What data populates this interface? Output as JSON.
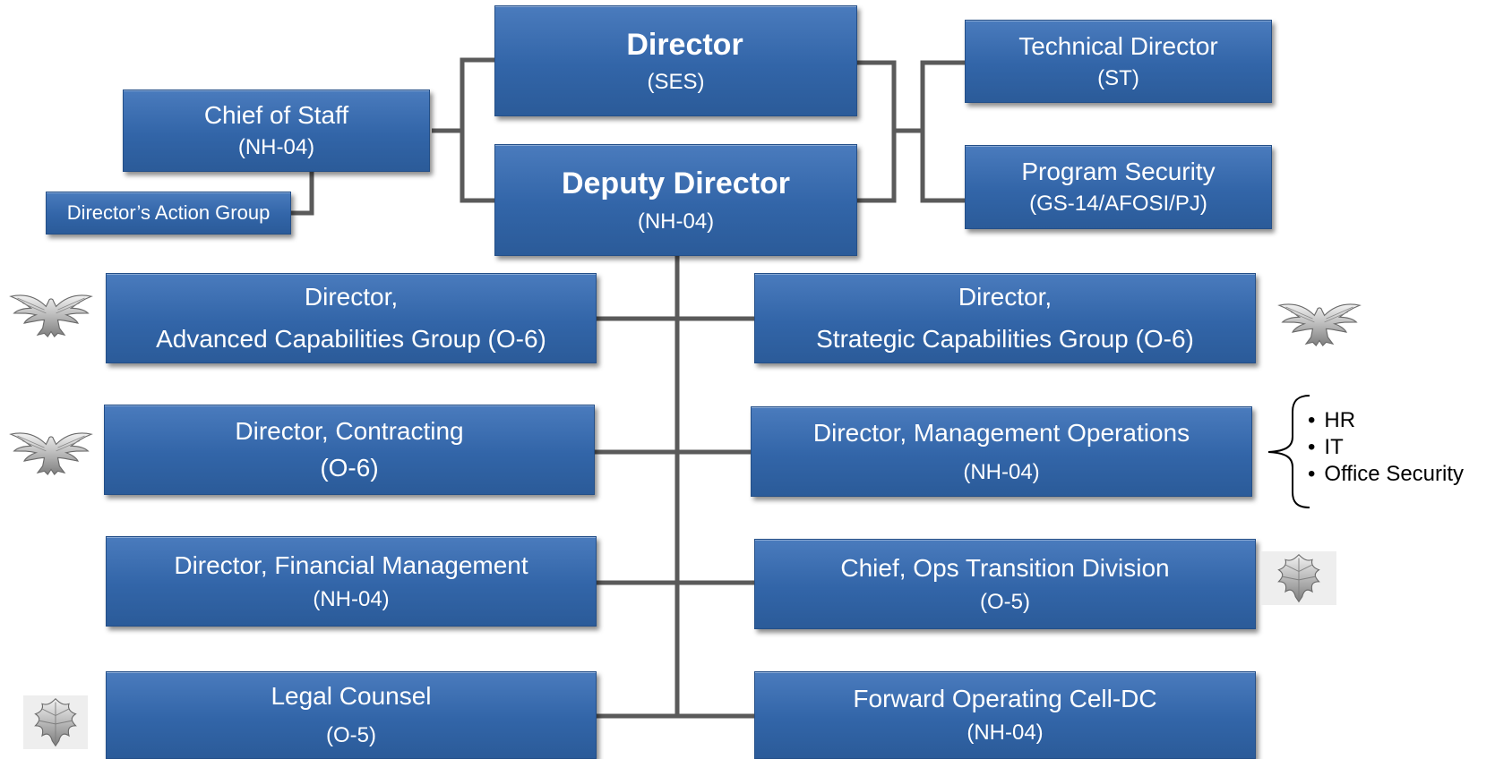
{
  "director": {
    "title": "Director",
    "grade": "(SES)"
  },
  "deputy_director": {
    "title": "Deputy Director",
    "grade": "(NH-04)"
  },
  "chief_of_staff": {
    "title": "Chief of Staff",
    "grade": "(NH-04)"
  },
  "action_group": {
    "title": "Director’s Action Group"
  },
  "technical_director": {
    "title": "Technical Director",
    "grade": "(ST)"
  },
  "program_security": {
    "title": "Program Security",
    "grade": "(GS-14/AFOSI/PJ)"
  },
  "left_units": [
    {
      "title": "Director,",
      "grade": "Advanced Capabilities Group (O-6)"
    },
    {
      "title": "Director, Contracting",
      "grade": "(O-6)"
    },
    {
      "title": "Director, Financial Management",
      "grade": "(NH-04)"
    },
    {
      "title": "Legal Counsel",
      "grade": "(O-5)"
    }
  ],
  "right_units": [
    {
      "title": "Director,",
      "grade": "Strategic Capabilities Group (O-6)"
    },
    {
      "title": "Director, Management Operations",
      "grade": "(NH-04)"
    },
    {
      "title": "Chief, Ops Transition Division",
      "grade": "(O-5)"
    },
    {
      "title": "Forward Operating Cell-DC",
      "grade": "(NH-04)"
    }
  ],
  "management_operations_functions": [
    "HR",
    "IT",
    "Office Security"
  ],
  "insignia": {
    "director": "senior-executive-service-icon",
    "colonel": "eagle-insignia-icon",
    "lieutenant_colonel": "oak-leaf-insignia-icon"
  },
  "colors": {
    "box": "#3265a8",
    "box_border": "#244f88",
    "connector": "#5a5a5a"
  }
}
